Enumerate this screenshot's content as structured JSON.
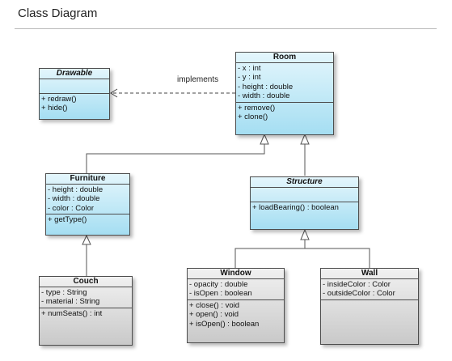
{
  "header": {
    "title": "Class Diagram"
  },
  "relations": {
    "implements_label": "implements"
  },
  "classes": {
    "drawable": {
      "name": "Drawable",
      "attributes": [],
      "methods": [
        "+ redraw()",
        "+ hide()"
      ]
    },
    "room": {
      "name": "Room",
      "attributes": [
        "- x : int",
        "- y : int",
        "- height : double",
        "- width : double"
      ],
      "methods": [
        "+ remove()",
        "+ clone()"
      ]
    },
    "furniture": {
      "name": "Furniture",
      "attributes": [
        "- height : double",
        "- width : double",
        "- color : Color"
      ],
      "methods": [
        "+ getType()"
      ]
    },
    "structure": {
      "name": "Structure",
      "attributes": [],
      "methods": [
        "+ loadBearing() : boolean"
      ]
    },
    "couch": {
      "name": "Couch",
      "attributes": [
        "- type : String",
        "- material : String"
      ],
      "methods": [
        "+ numSeats() : int"
      ]
    },
    "window": {
      "name": "Window",
      "attributes": [
        "- opacity : double",
        "- isOpen : boolean"
      ],
      "methods": [
        "+ close() : void",
        "+ open() : void",
        "+ isOpen() : boolean"
      ]
    },
    "wall": {
      "name": "Wall",
      "attributes": [
        "- insideColor : Color",
        "- outsideColor : Color"
      ],
      "methods": []
    }
  },
  "colors": {
    "interface_fill": "#a5def2",
    "concrete_fill": "#c9c9c9",
    "line": "#4d4d4d"
  }
}
